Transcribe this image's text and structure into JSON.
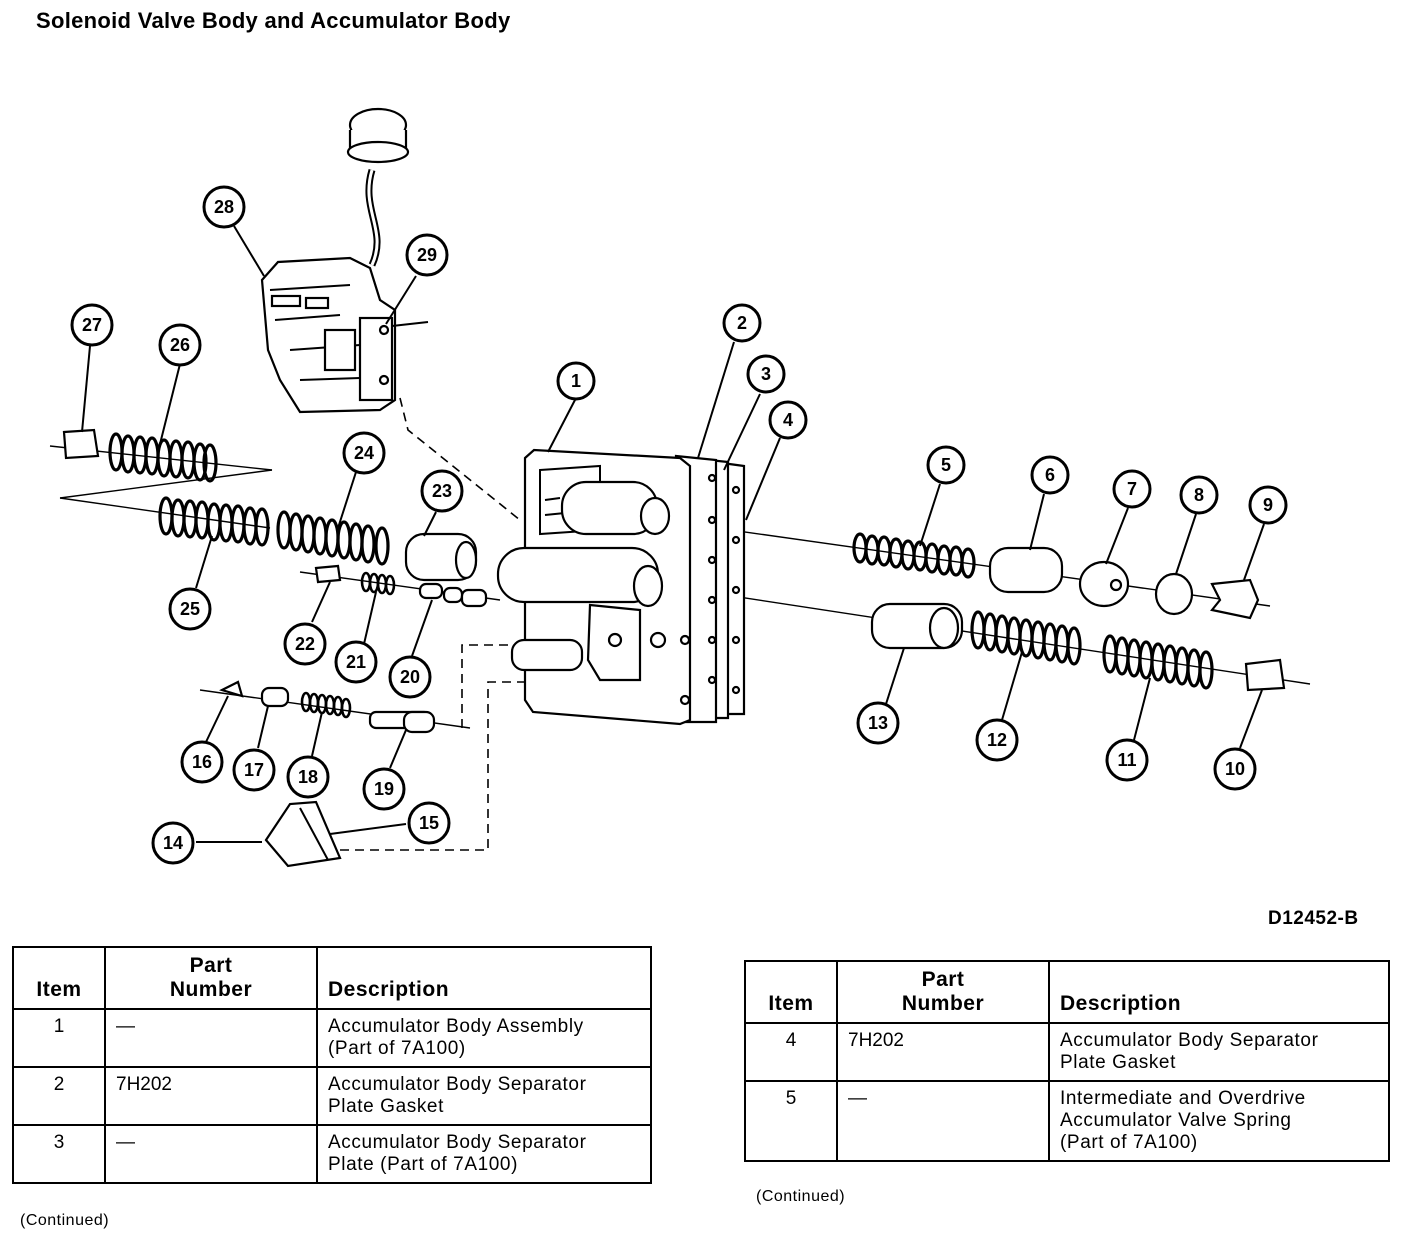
{
  "title": "Solenoid Valve Body and Accumulator Body",
  "figure_id": "D12452-B",
  "callouts": [
    {
      "label": "1"
    },
    {
      "label": "2"
    },
    {
      "label": "3"
    },
    {
      "label": "4"
    },
    {
      "label": "5"
    },
    {
      "label": "6"
    },
    {
      "label": "7"
    },
    {
      "label": "8"
    },
    {
      "label": "9"
    },
    {
      "label": "10"
    },
    {
      "label": "11"
    },
    {
      "label": "12"
    },
    {
      "label": "13"
    },
    {
      "label": "14"
    },
    {
      "label": "15"
    },
    {
      "label": "16"
    },
    {
      "label": "17"
    },
    {
      "label": "18"
    },
    {
      "label": "19"
    },
    {
      "label": "20"
    },
    {
      "label": "21"
    },
    {
      "label": "22"
    },
    {
      "label": "23"
    },
    {
      "label": "24"
    },
    {
      "label": "25"
    },
    {
      "label": "26"
    },
    {
      "label": "27"
    },
    {
      "label": "28"
    },
    {
      "label": "29"
    }
  ],
  "table_headers": {
    "item": "Item",
    "part_number_line1": "Part",
    "part_number_line2": "Number",
    "description": "Description"
  },
  "table_left": {
    "rows": [
      {
        "item": "1",
        "part": "—",
        "desc_line1": "Accumulator Body Assembly",
        "desc_line2": "(Part of 7A100)"
      },
      {
        "item": "2",
        "part": "7H202",
        "desc_line1": "Accumulator Body Separator",
        "desc_line2": "Plate Gasket"
      },
      {
        "item": "3",
        "part": "—",
        "desc_line1": "Accumulator Body Separator",
        "desc_line2": "Plate (Part of 7A100)"
      }
    ],
    "continued": "(Continued)"
  },
  "table_right": {
    "rows": [
      {
        "item": "4",
        "part": "7H202",
        "desc_line1": "Accumulator Body Separator",
        "desc_line2": "Plate Gasket",
        "desc_line3": ""
      },
      {
        "item": "5",
        "part": "—",
        "desc_line1": "Intermediate and Overdrive",
        "desc_line2": "Accumulator Valve Spring",
        "desc_line3": "(Part of 7A100)"
      }
    ],
    "continued": "(Continued)"
  }
}
